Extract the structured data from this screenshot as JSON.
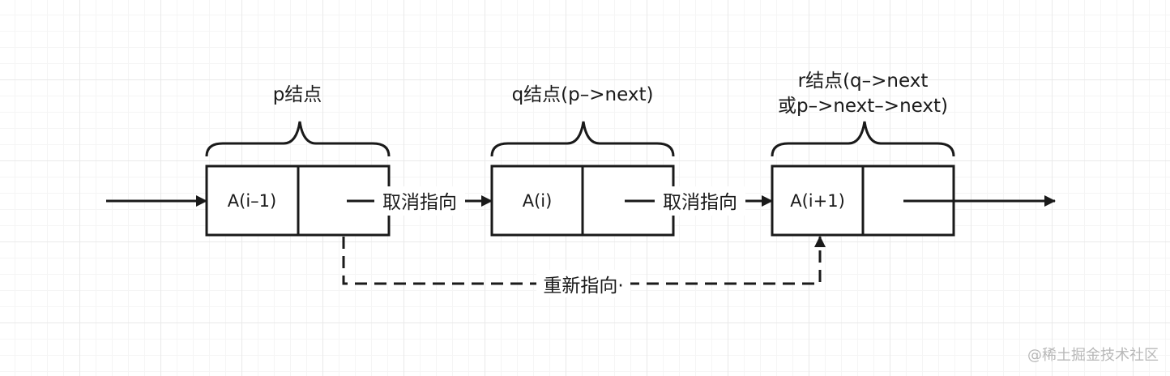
{
  "nodes": {
    "p": {
      "header": "p结点",
      "cell": "A(i–1)"
    },
    "q": {
      "header": "q结点(p–>next)",
      "cell": "A(i)"
    },
    "r": {
      "header_line1": "r结点(q–>next",
      "header_line2": "或p–>next–>next)",
      "cell": "A(i+1)"
    }
  },
  "edges": {
    "p_to_q_label": "取消指向",
    "q_to_r_label": "取消指向",
    "p_to_r_label": "重新指向·"
  },
  "watermark": "@稀土掘金技术社区",
  "colors": {
    "stroke": "#1a1a1a",
    "grid_major": "#e9e9e9",
    "grid_minor": "#f5f5f5",
    "watermark": "#b8b8b8"
  }
}
